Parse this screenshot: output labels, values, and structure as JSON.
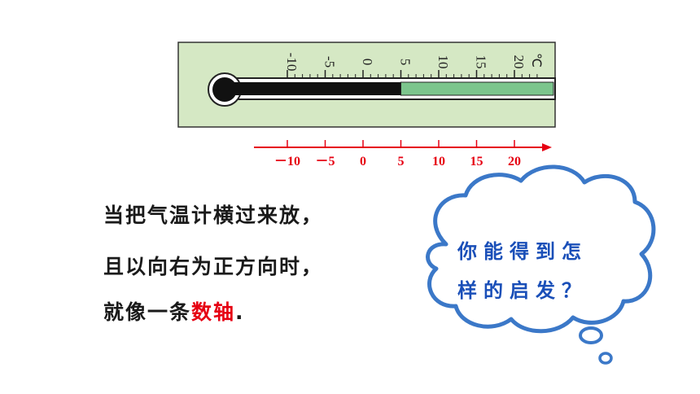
{
  "thermometer": {
    "unit": "℃",
    "tick_labels": [
      "-10",
      "-5",
      "0",
      "5",
      "10",
      "15",
      "20"
    ],
    "range": [
      -10,
      20
    ],
    "reading": 5,
    "colors": {
      "frame": "#d5e8c4",
      "liquid": "#7cc58d",
      "outline": "#222222"
    }
  },
  "number_line": {
    "labels": [
      "－10",
      "－5",
      "0",
      "5",
      "10",
      "15",
      "20"
    ],
    "values": [
      -10,
      -5,
      0,
      5,
      10,
      15,
      20
    ],
    "color": "#e60012"
  },
  "text": {
    "line1": "当把气温计横过来放，",
    "line2": "且以向右为正方向时，",
    "line3_prefix": "就像一条",
    "line3_emph": "数轴",
    "line3_suffix": "."
  },
  "bubble": {
    "line1": "你能得到怎",
    "line2": "样的启发？",
    "border_color": "#3b78c8",
    "text_color": "#1a4fb8"
  }
}
